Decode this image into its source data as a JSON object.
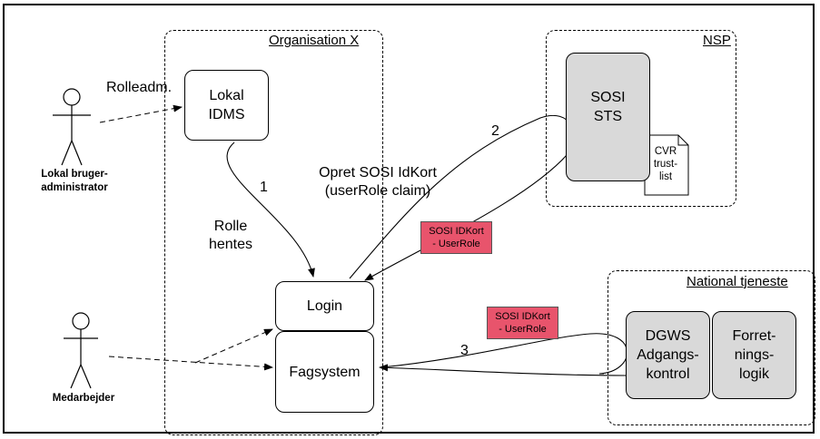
{
  "zones": {
    "organisation": "Organisation X",
    "nsp": "NSP",
    "national": "National tjeneste"
  },
  "boxes": {
    "lokal_idms": "Lokal\nIDMS",
    "sosi_sts": "SOSI\nSTS",
    "cvr_trust_list": "CVR\ntrust-\nlist",
    "login": "Login",
    "fagsystem": "Fagsystem",
    "dgws": "DGWS\nAdgangs-\nkontrol",
    "forretningslogik": "Forret-\nnings-\nlogik"
  },
  "actors": {
    "admin": "Lokal bruger-\nadministrator",
    "medarbejder": "Medarbejder"
  },
  "labels": {
    "rolleadm": "Rolleadm.",
    "step1": "1",
    "step2": "2",
    "step3": "3",
    "rolle_hentes": "Rolle\nhentes",
    "opret": "Opret SOSI IdKort\n(userRole claim)"
  },
  "tokens": {
    "token1": "SOSI IDKort\n- UserRole",
    "token2": "SOSI IDKort\n- UserRole"
  },
  "colors": {
    "token": "#e8546c",
    "grey_box": "#d9d9d9"
  }
}
